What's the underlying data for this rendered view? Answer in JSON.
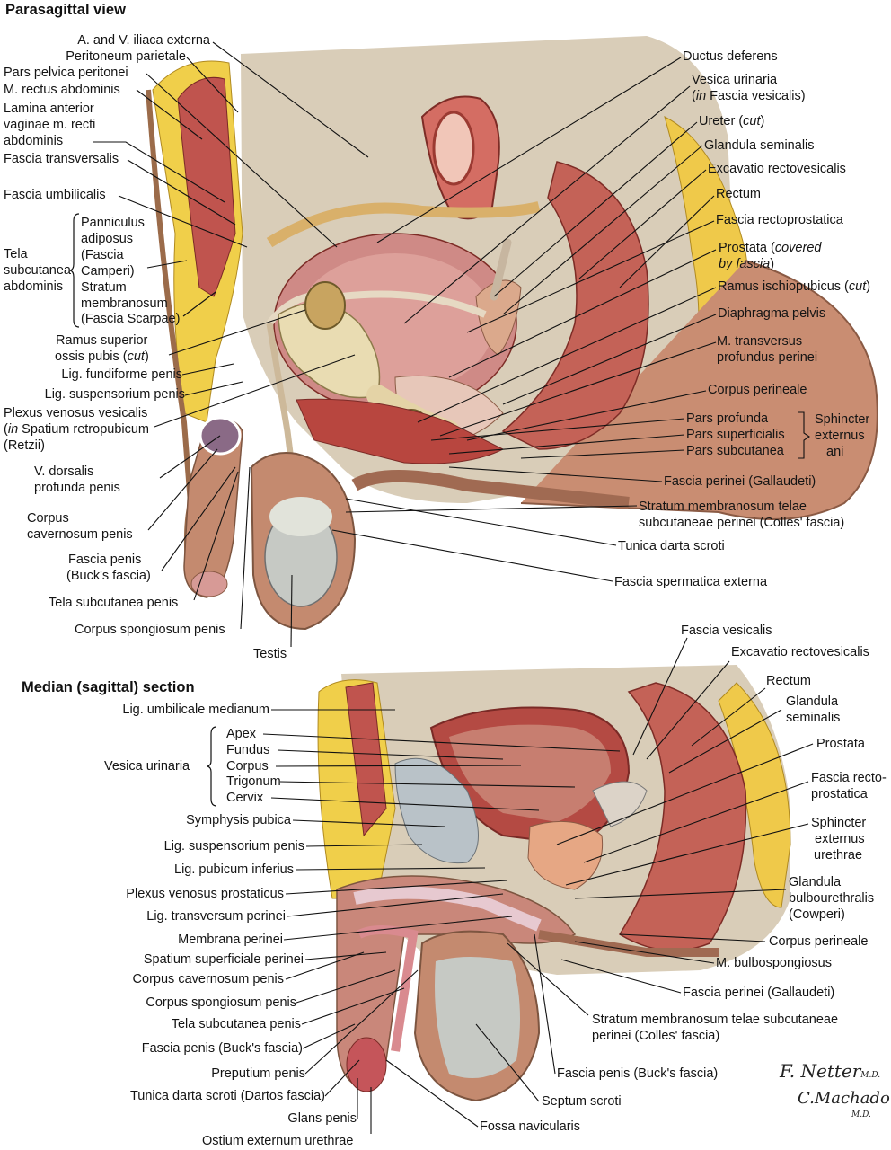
{
  "headings": {
    "top": "Parasagittal view",
    "bottom": "Median (sagittal) section"
  },
  "signature": {
    "line1": "F. Netter",
    "line1_suffix": "M.D.",
    "line2": "C.Machado",
    "line2_suffix": "M.D."
  },
  "top_left": {
    "iliaca": "A. and V. iliaca externa",
    "peritoneum_parietale": "Peritoneum parietale",
    "pars_pelvica": "Pars pelvica peritonei",
    "rectus": "M. rectus abdominis",
    "lamina_1": "Lamina anterior",
    "lamina_2": "vaginae m. recti",
    "lamina_3": "abdominis",
    "fascia_transversalis": "Fascia transversalis",
    "fascia_umbilicalis": "Fascia umbilicalis",
    "panniculus_1": "Panniculus",
    "panniculus_2": "adiposus",
    "panniculus_3": "(Fascia",
    "panniculus_4": "Camperi)",
    "stratum_1": "Stratum",
    "stratum_2": "membranosum",
    "stratum_3": "(Fascia Scarpae)",
    "tela_1": "Tela",
    "tela_2": "subcutanea",
    "tela_3": "abdominis",
    "ramus_sup_1": "Ramus superior",
    "ramus_sup_2": "ossis pubis (",
    "ramus_sup_cut": "cut",
    "ramus_sup_close": ")",
    "fundiforme": "Lig. fundiforme penis",
    "suspensorium": "Lig. suspensorium penis",
    "plexus_1": "Plexus venosus vesicalis",
    "plexus_2a": "(",
    "plexus_2_in": "in",
    "plexus_2b": " Spatium retropubicum",
    "plexus_3": "(Retzii)",
    "dorsalis_1": "V. dorsalis",
    "dorsalis_2": "profunda penis",
    "cavernosum_1": "Corpus",
    "cavernosum_2": "cavernosum penis",
    "buck_1": "Fascia penis",
    "buck_2": "(Buck's fascia)",
    "tela_penis": "Tela subcutanea penis",
    "spongiosum": "Corpus spongiosum penis",
    "testis": "Testis"
  },
  "top_right": {
    "ductus": "Ductus deferens",
    "vesica_1": "Vesica urinaria",
    "vesica_2a": "(",
    "vesica_2_in": "in",
    "vesica_2b": " Fascia vesicalis)",
    "ureter": "Ureter (",
    "ureter_cut": "cut",
    "ureter_close": ")",
    "glandula": "Glandula seminalis",
    "excavatio": "Excavatio rectovesicalis",
    "rectum": "Rectum",
    "fascia_rectoprostatica": "Fascia rectoprostatica",
    "prostata_1": "Prostata (",
    "prostata_1_it": "covered",
    "prostata_2_it": "by fascia",
    "prostata_2_close": ")",
    "ramus_ischio": "Ramus ischiopubicus (",
    "ramus_ischio_cut": "cut",
    "ramus_ischio_close": ")",
    "diaphragma": "Diaphragma pelvis",
    "transversus_1": "M. transversus",
    "transversus_2": "profundus perinei",
    "corpus_perineale": "Corpus perineale",
    "pars_profunda": "Pars profunda",
    "pars_superficialis": "Pars superficialis",
    "pars_subcutanea": "Pars subcutanea",
    "sphincter_1": "Sphincter",
    "sphincter_2": "externus",
    "sphincter_3": "ani",
    "fascia_perinei": "Fascia perinei (Gallaudeti)",
    "stratum_colles_1": "Stratum membranosum telae",
    "stratum_colles_2": "subcutaneae perinei (Colles' fascia)",
    "tunica_darta": "Tunica darta scroti",
    "spermatica": "Fascia spermatica externa"
  },
  "bottom_left": {
    "umbilicale": "Lig. umbilicale medianum",
    "apex": "Apex",
    "fundus": "Fundus",
    "corpus": "Corpus",
    "trigonum": "Trigonum",
    "cervix": "Cervix",
    "vesica": "Vesica urinaria",
    "symphysis": "Symphysis pubica",
    "suspensorium": "Lig. suspensorium penis",
    "pubicum": "Lig. pubicum inferius",
    "plexus_prostaticus": "Plexus venosus prostaticus",
    "transversum": "Lig. transversum perinei",
    "membrana": "Membrana perinei",
    "spatium": "Spatium superficiale perinei",
    "cavernosum": "Corpus cavernosum penis",
    "spongiosum": "Corpus spongiosum penis",
    "tela": "Tela subcutanea penis",
    "buck": "Fascia penis (Buck's fascia)",
    "preputium": "Preputium penis",
    "tunica": "Tunica darta scroti (Dartos fascia)",
    "glans": "Glans penis",
    "ostium": "Ostium externum urethrae"
  },
  "bottom_right": {
    "fascia_vesicalis": "Fascia vesicalis",
    "excavatio": "Excavatio rectovesicalis",
    "rectum": "Rectum",
    "glandula_1": "Glandula",
    "glandula_2": "seminalis",
    "prostata": "Prostata",
    "recto_1": "Fascia recto-",
    "recto_2": "prostatica",
    "sphincter_1": "Sphincter",
    "sphincter_2": "externus",
    "sphincter_3": "urethrae",
    "bulbo_1": "Glandula",
    "bulbo_2": "bulbourethralis",
    "bulbo_3": "(Cowperi)",
    "corpus_perineale": "Corpus perineale",
    "bulbospongiosus": "M. bulbospongiosus",
    "fascia_perinei": "Fascia perinei (Gallaudeti)",
    "stratum_1": "Stratum membranosum telae subcutaneae",
    "stratum_2": "perinei (Colles' fascia)",
    "buck": "Fascia penis (Buck's fascia)",
    "septum": "Septum scroti",
    "fossa": "Fossa navicularis"
  }
}
